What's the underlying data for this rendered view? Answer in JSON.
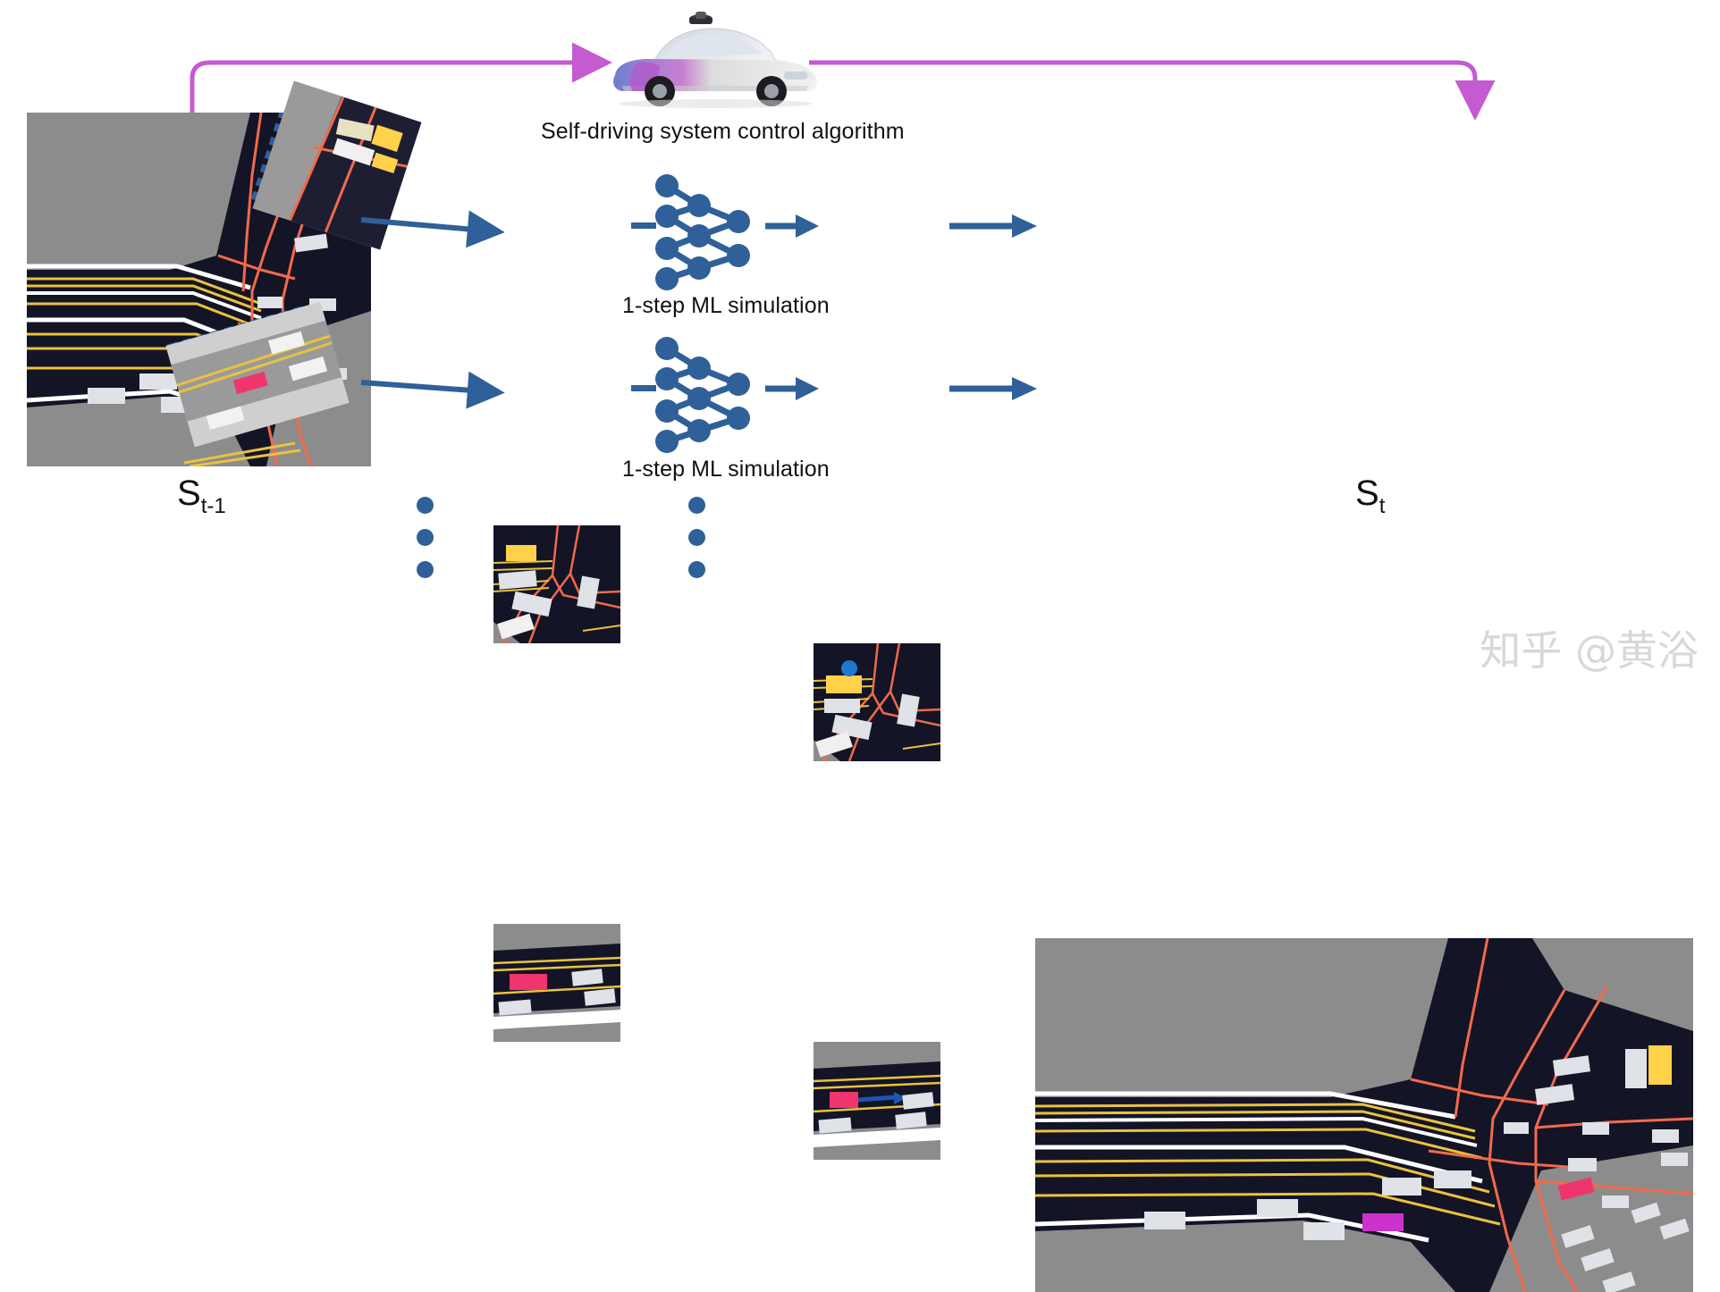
{
  "figure": {
    "title_caption": "Self-driving system control algorithm",
    "watermark": "知乎 @黄浴",
    "accent_colors": {
      "loop_arrow_purple": "#c45bd0",
      "flow_arrow_blue": "#2f6099",
      "crop_box_blue": "#2f6099",
      "map_background": "#141427",
      "road_gray": "#8c8c8c",
      "lane_yellow": "#e9c33c",
      "lane_white": "#ffffff",
      "road_edge_red": "#f26a4b",
      "agent_gray": "#dfe2e7",
      "agent_yellow": "#ffd24a",
      "agent_magenta": "#cc33cc",
      "agent_pink": "#f0356e",
      "sdc_blue_dot": "#1f77d0"
    }
  },
  "labels": {
    "state_prev": "S",
    "state_prev_sub": "t-1",
    "state_next": "S",
    "state_next_sub": "t",
    "row1_caption": "1-step ML simulation",
    "row2_caption": "1-step ML simulation"
  },
  "panels": {
    "left_state": {
      "name": "state-t-minus-1-map"
    },
    "right_state": {
      "name": "state-t-map"
    },
    "row1": {
      "input": "crop-input-row1",
      "model": "neural-network-row1",
      "output": "crop-output-row1"
    },
    "row2": {
      "input": "crop-input-row2",
      "model": "neural-network-row2",
      "output": "crop-output-row2"
    }
  },
  "network": {
    "layer_sizes": [
      4,
      3,
      2
    ],
    "node_color": "#2f6099",
    "edge_color": "#2f6099"
  },
  "ellipsis": {
    "count": 3,
    "groups": [
      "below-left-state",
      "below-model-column"
    ]
  }
}
